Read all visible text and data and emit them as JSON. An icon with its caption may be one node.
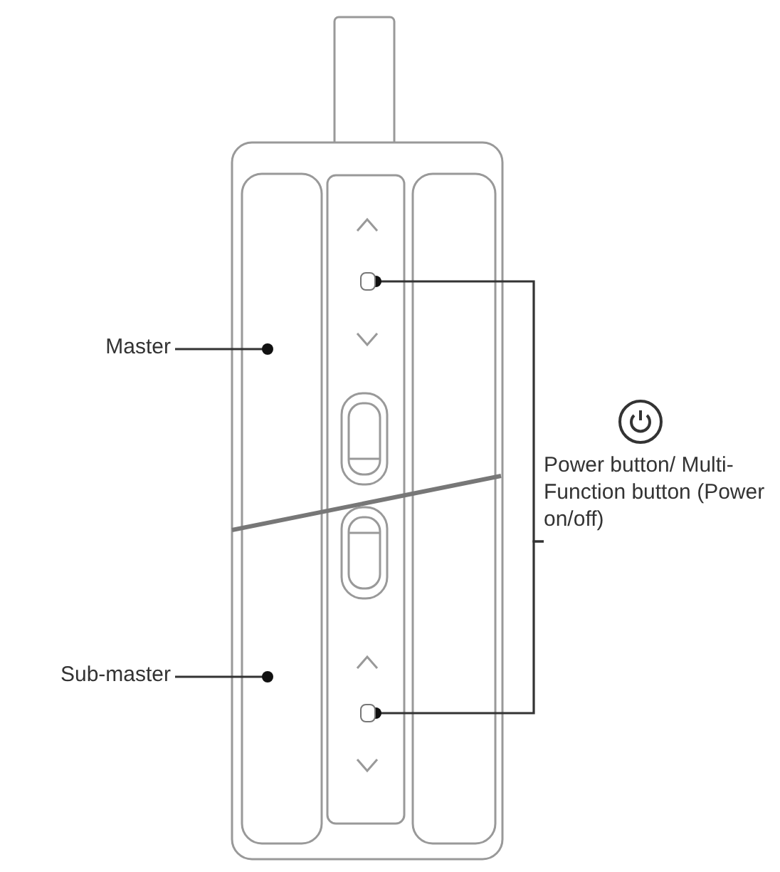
{
  "diagram": {
    "nodes": [
      {
        "text": [
          "Master"
        ]
      },
      {
        "text": [
          "Power button/ Multi-Function button (Power on/off)"
        ]
      },
      {
        "text": [],
        "shape": "box"
      },
      {
        "text": [
          "Sub-master"
        ]
      },
      {
        "text": [],
        "shape": "box"
      }
    ],
    "edges": [
      {
        "from": 0,
        "to": null,
        "arrow": "other"
      },
      {
        "from": 1,
        "to": 2,
        "arrow": "other"
      },
      {
        "from": 1,
        "to": 4,
        "arrow": "other"
      },
      {
        "from": 3,
        "to": null,
        "arrow": "other"
      }
    ]
  }
}
